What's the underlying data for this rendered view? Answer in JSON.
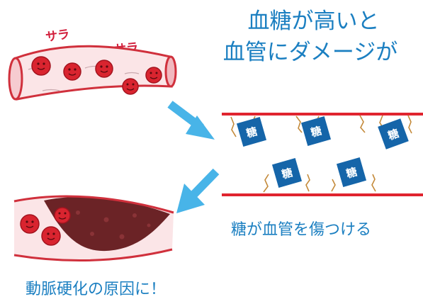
{
  "title": {
    "line1": "血糖が高いと",
    "line2": "血管にダメージが"
  },
  "top_vessel": {
    "sound_a": "サラ",
    "sound_b": "サラ"
  },
  "sugar_label": "糖",
  "caption_right": "糖が血管を傷つける",
  "caption_bottom": "動脈硬化の原因に！",
  "colors": {
    "text_blue": "#1b7fc1",
    "vessel_red": "#e0242f",
    "sugar_blue": "#1565a9",
    "arrow_blue": "#48b4e8",
    "plaque": "#6b2326",
    "blood_cell": "#d9242f"
  }
}
